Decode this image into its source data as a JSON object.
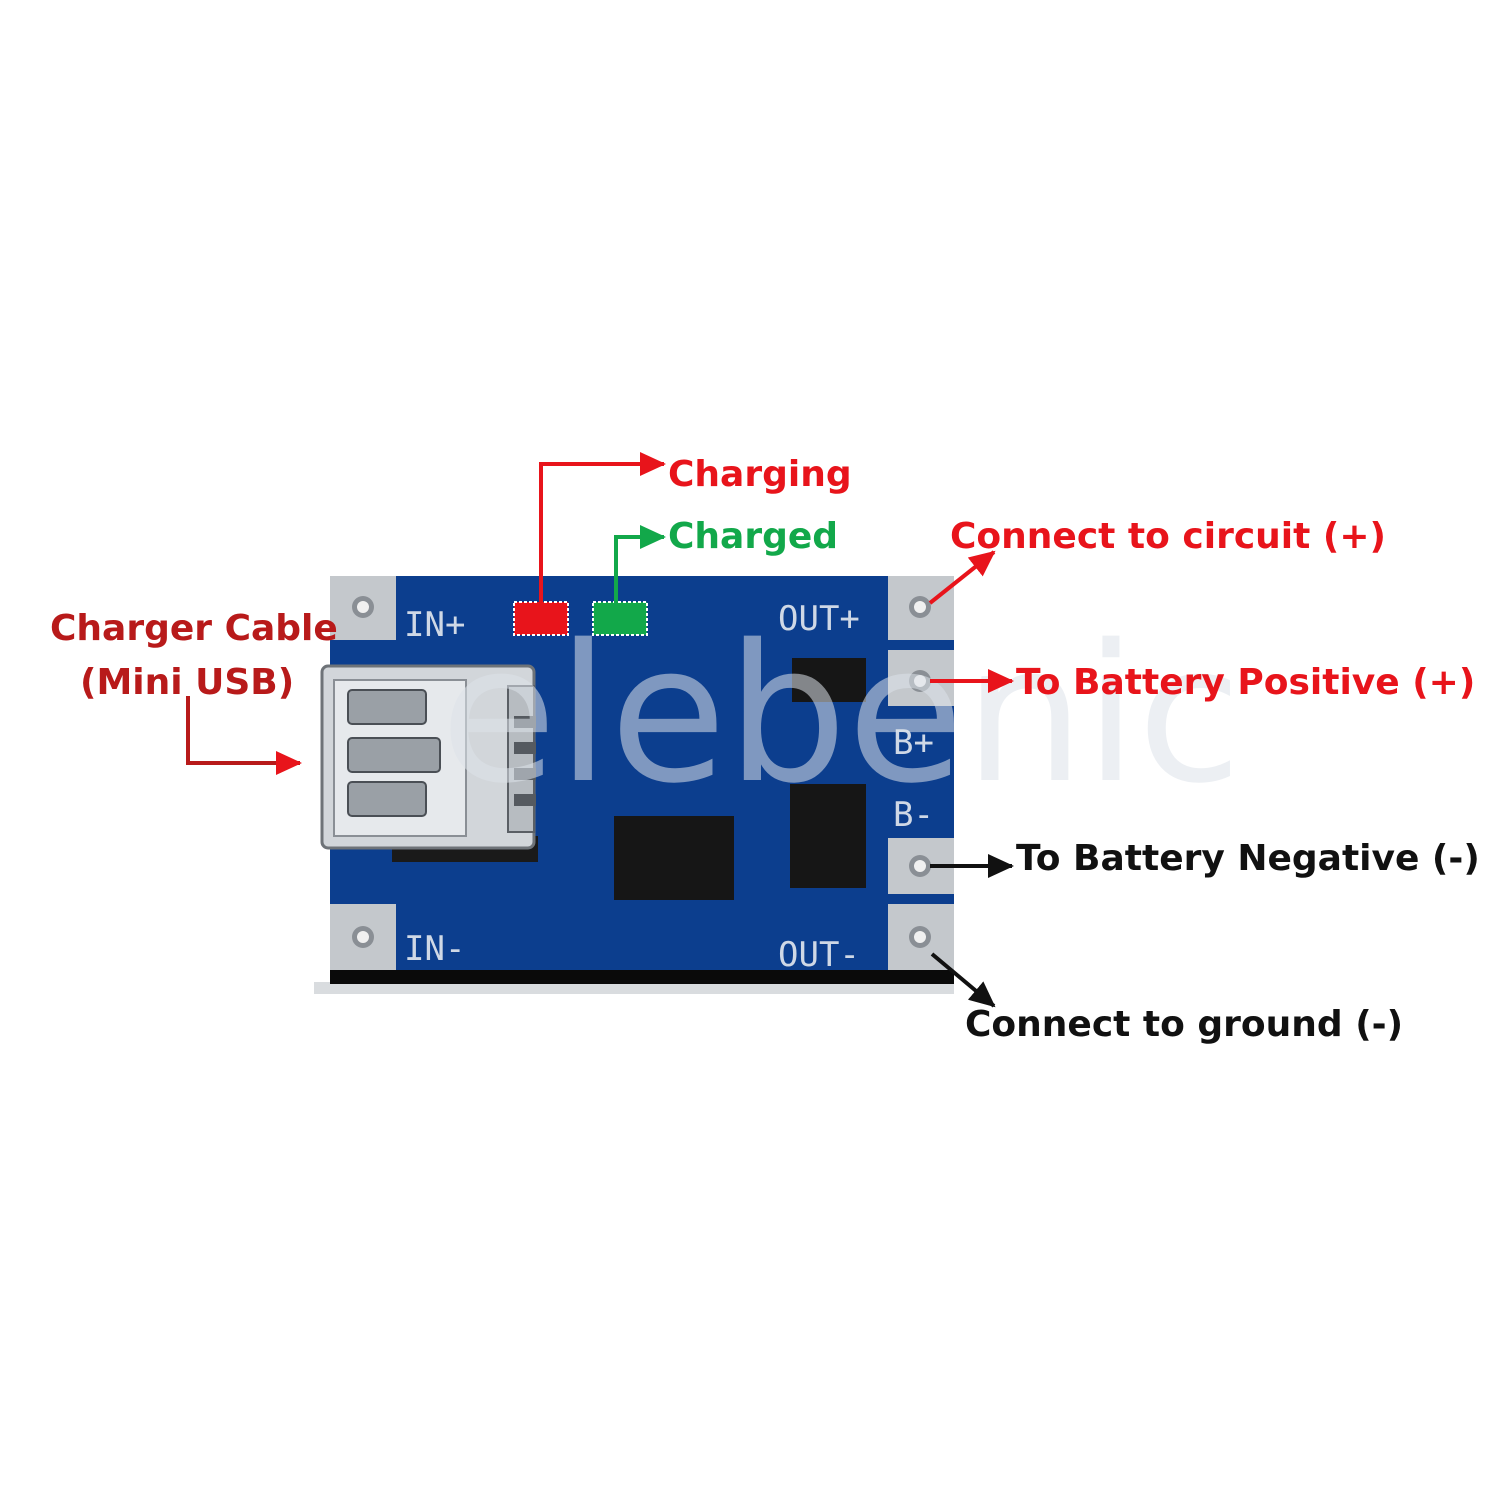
{
  "board": {
    "labels": {
      "in_plus": "IN+",
      "in_minus": "IN-",
      "out_plus": "OUT+",
      "out_minus": "OUT-",
      "b_plus": "B+",
      "b_minus": "B-"
    },
    "colors": {
      "pcb": "#0c3e8e",
      "pad": "#c4c8cc",
      "led_charging": "#e8141b",
      "led_charged": "#12a84a"
    }
  },
  "annotations": {
    "charging": "Charging",
    "charged": "Charged",
    "connect_circuit": "Connect to circuit (+)",
    "battery_positive": "To Battery Positive (+)",
    "battery_negative": "To Battery Negative (-)",
    "connect_ground": "Connect to ground (-)",
    "charger_cable_line1": "Charger Cable",
    "charger_cable_line2": "(Mini USB)"
  },
  "colors": {
    "red_text": "#e8141b",
    "dark_red_text": "#b81a1a",
    "green_text": "#12a84a",
    "black_text": "#111111"
  },
  "watermark": "elebenic"
}
